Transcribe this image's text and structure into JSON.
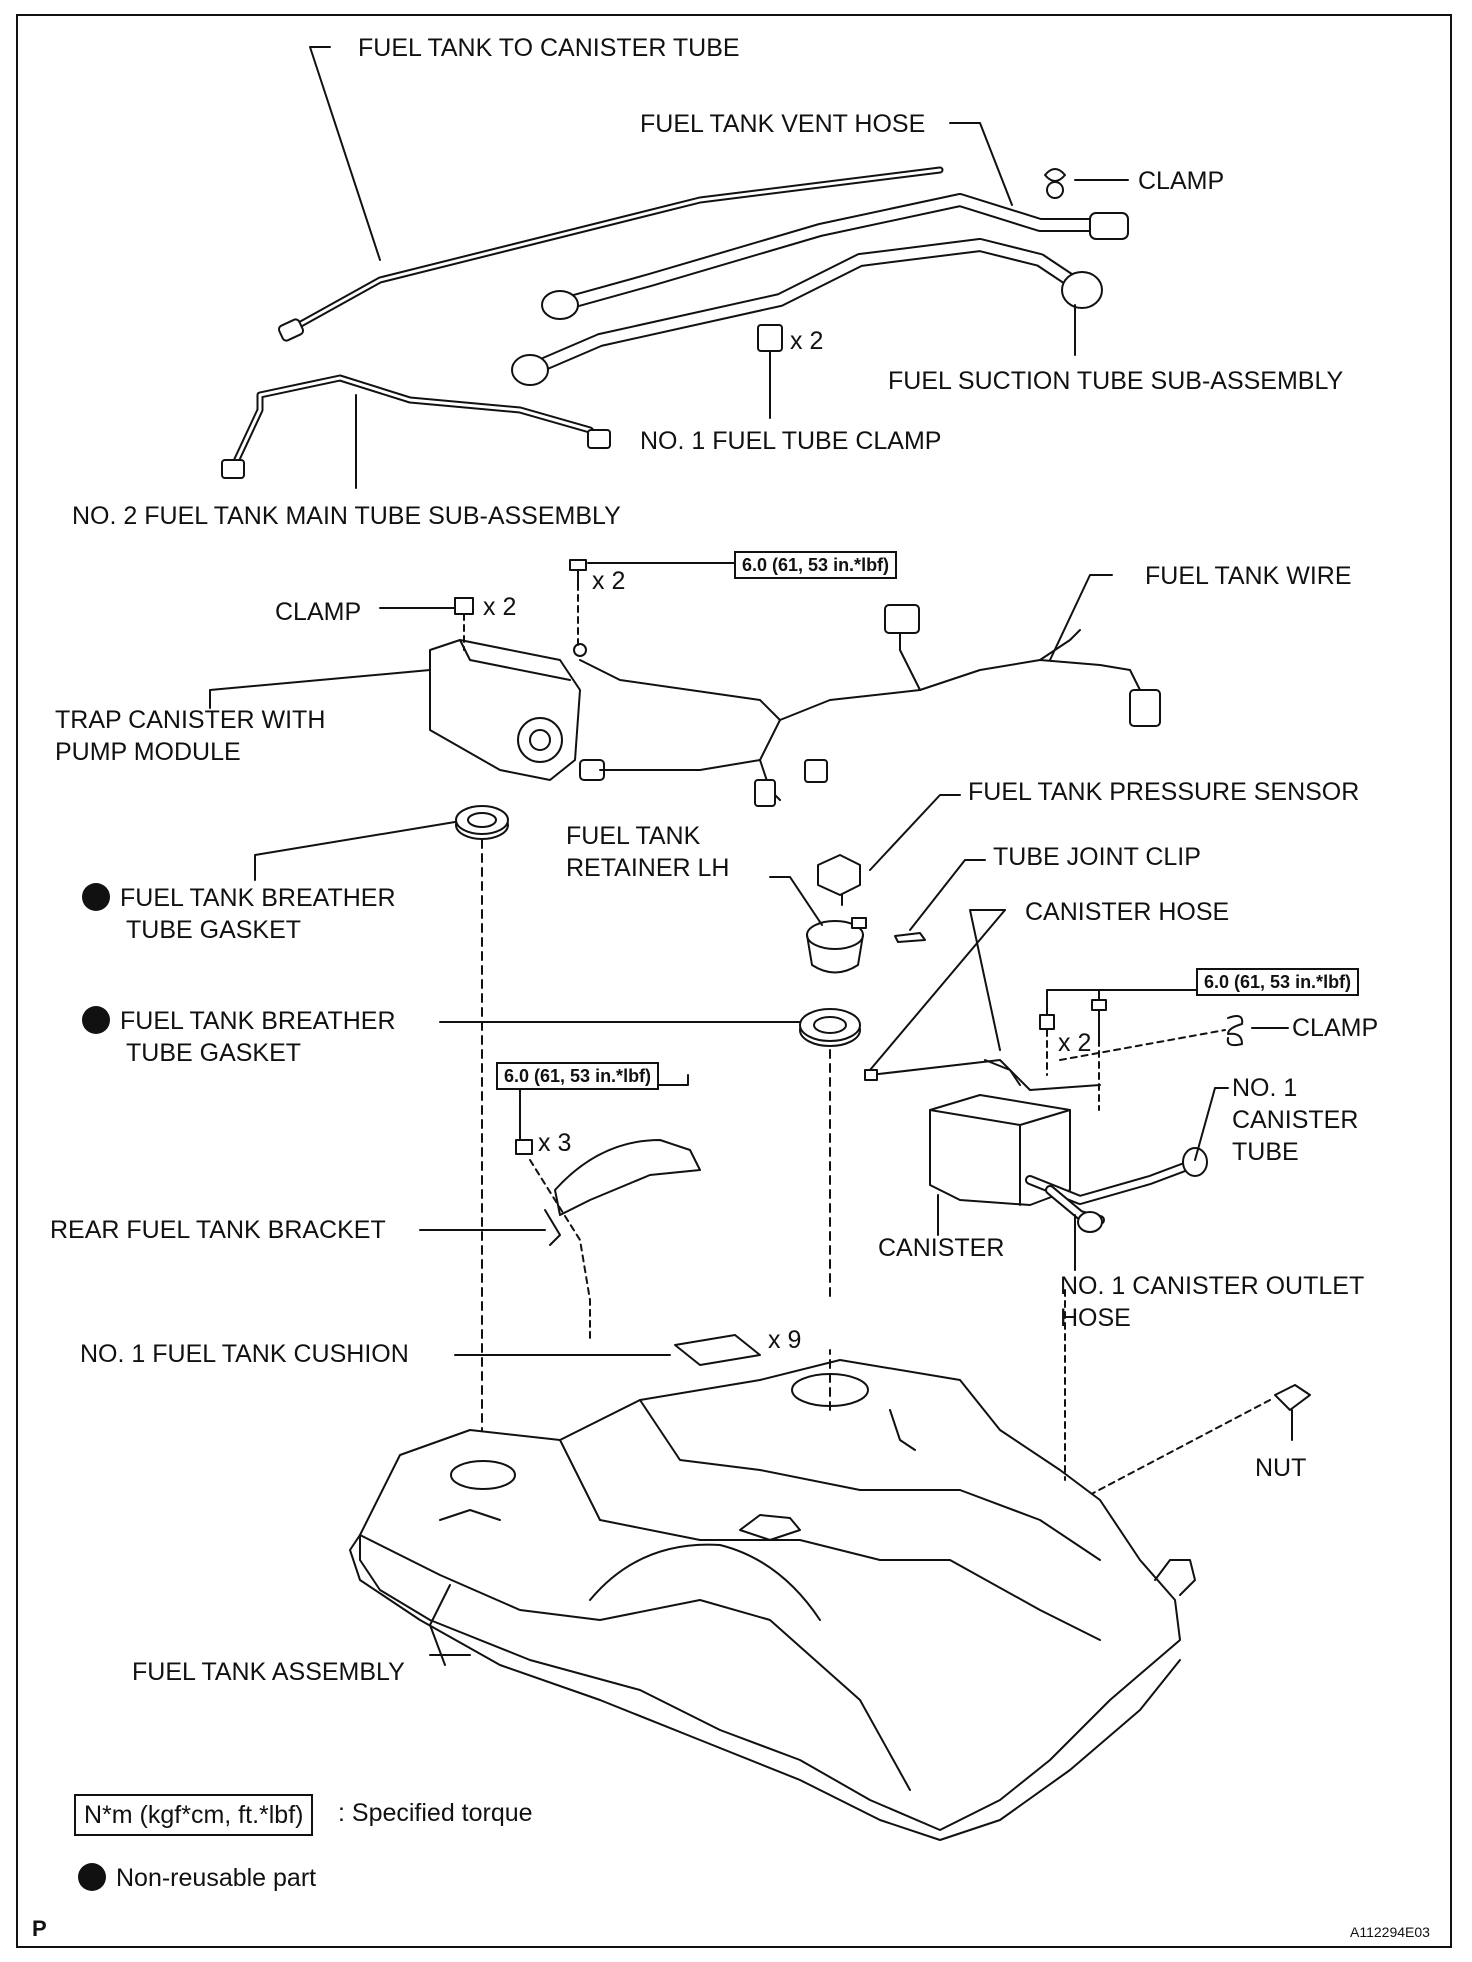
{
  "labels": {
    "fuel_tank_to_canister_tube": "FUEL TANK TO CANISTER TUBE",
    "fuel_tank_vent_hose": "FUEL TANK VENT HOSE",
    "clamp_top": "CLAMP",
    "fuel_suction_tube": "FUEL SUCTION TUBE SUB-ASSEMBLY",
    "no1_fuel_tube_clamp": "NO. 1 FUEL TUBE CLAMP",
    "no2_fuel_tank_main_tube": "NO. 2 FUEL TANK MAIN TUBE SUB-ASSEMBLY",
    "clamp_mid": "CLAMP",
    "fuel_tank_wire": "FUEL TANK WIRE",
    "trap_canister": [
      "TRAP CANISTER WITH",
      "PUMP MODULE"
    ],
    "fuel_tank_pressure_sensor": "FUEL TANK PRESSURE SENSOR",
    "fuel_tank_retainer": [
      "FUEL TANK",
      "RETAINER LH"
    ],
    "tube_joint_clip": "TUBE JOINT CLIP",
    "breather_gasket_1": [
      "FUEL TANK BREATHER",
      "TUBE GASKET"
    ],
    "canister_hose": "CANISTER HOSE",
    "breather_gasket_2": [
      "FUEL TANK BREATHER",
      "TUBE GASKET"
    ],
    "clamp_right": "CLAMP",
    "no1_canister_tube": [
      "NO. 1",
      "CANISTER",
      "TUBE"
    ],
    "rear_fuel_tank_bracket": "REAR FUEL TANK BRACKET",
    "canister": "CANISTER",
    "no1_canister_outlet_hose": [
      "NO. 1 CANISTER OUTLET",
      "HOSE"
    ],
    "no1_fuel_tank_cushion": "NO. 1 FUEL TANK CUSHION",
    "nut": "NUT",
    "fuel_tank_assembly": "FUEL TANK ASSEMBLY"
  },
  "quantities": {
    "tube_clamp": "x 2",
    "bolt_top": "x 2",
    "clamp_mid": "x 2",
    "canister_nut": "x 2",
    "bracket_bolt": "x 3",
    "cushion": "x 9"
  },
  "torque": {
    "top": "6.0 (61, 53 in.*lbf)",
    "canister": "6.0 (61, 53 in.*lbf)",
    "bracket": "6.0 (61, 53 in.*lbf)"
  },
  "legend": {
    "torque_box": "N*m (kgf*cm, ft.*lbf)",
    "torque_text": ": Specified torque",
    "non_reusable": "Non-reusable part"
  },
  "footer": {
    "page_mark": "P",
    "figure_code": "A112294E03"
  }
}
